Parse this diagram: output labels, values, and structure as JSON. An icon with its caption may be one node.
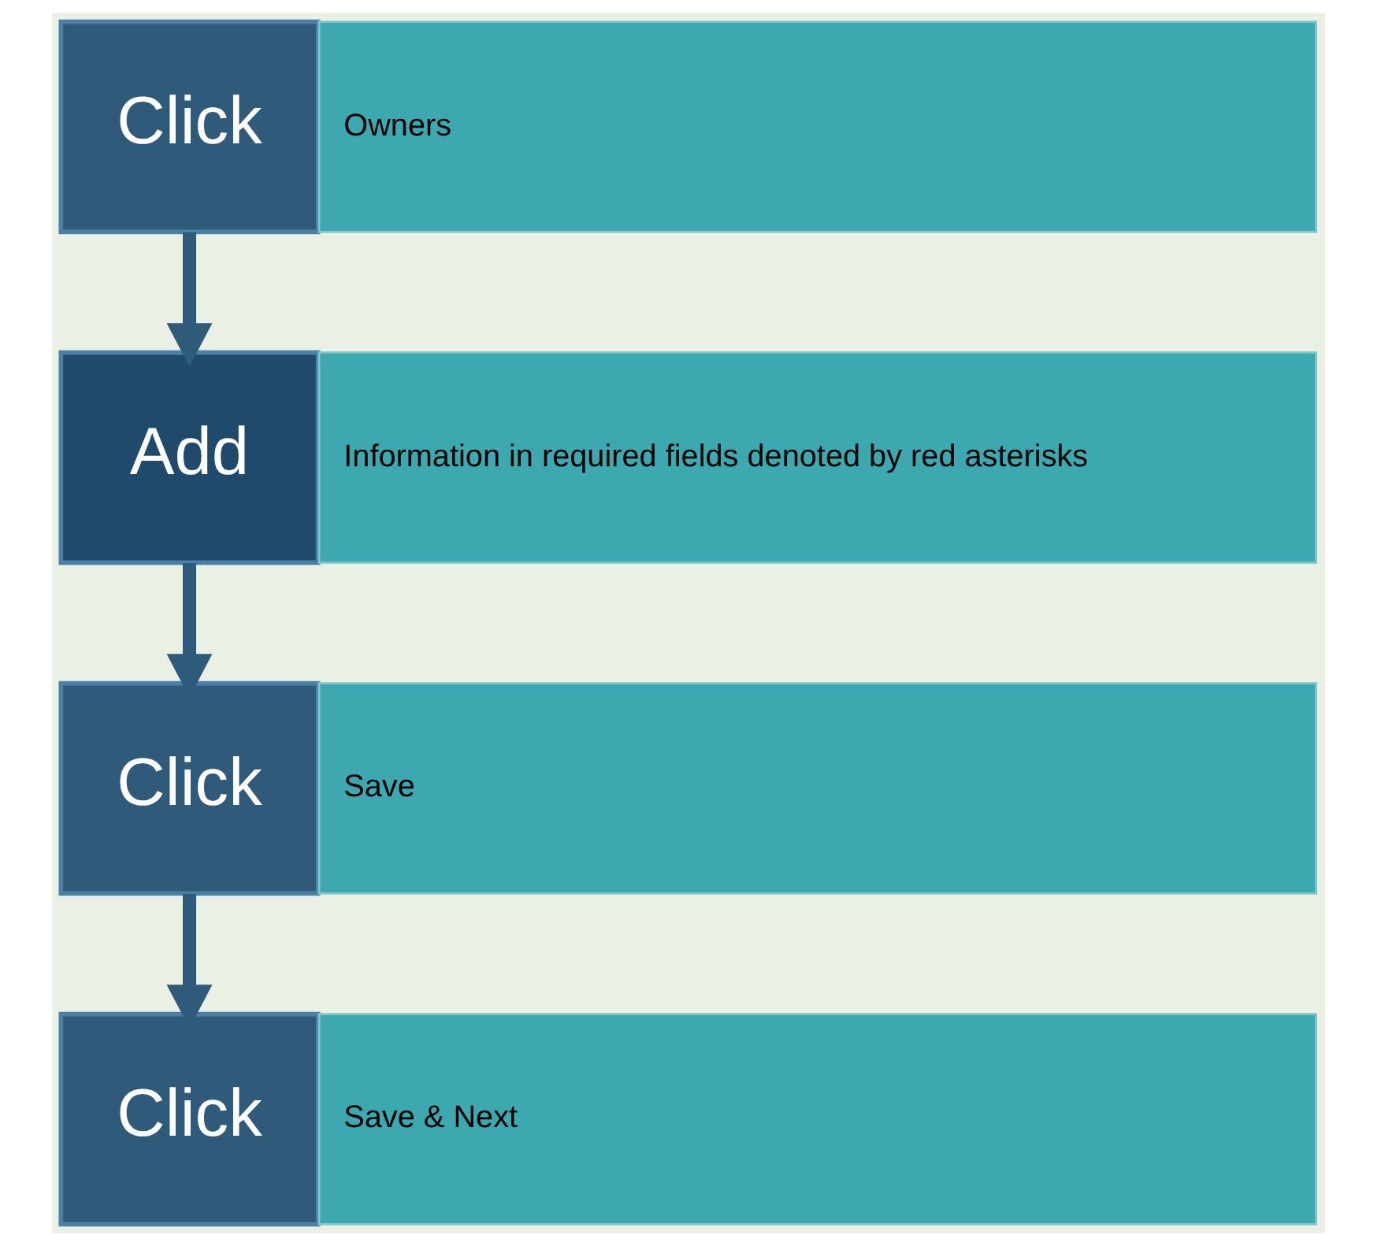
{
  "diagram": {
    "nodes": [
      {
        "text": [
          "Click"
        ]
      },
      {
        "text": [
          "Owners"
        ]
      },
      {
        "text": [
          "Add"
        ]
      },
      {
        "text": [
          "Information in required fields denoted by red asterisks"
        ]
      },
      {
        "text": [
          "Click"
        ]
      },
      {
        "text": [
          "Save"
        ]
      },
      {
        "text": [
          "Click"
        ]
      },
      {
        "text": [
          "Save & Next"
        ]
      }
    ],
    "edges": [
      {
        "from": 0,
        "to": 2,
        "arrow": "to"
      },
      {
        "from": 2,
        "to": 4,
        "arrow": "to"
      },
      {
        "from": 4,
        "to": 6,
        "arrow": "to"
      }
    ]
  }
}
